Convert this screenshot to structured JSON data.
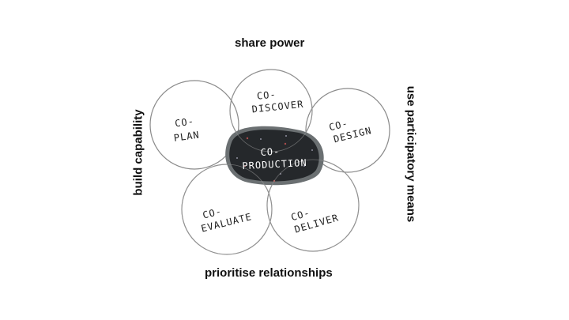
{
  "labels": {
    "top": "share power",
    "bottom": "prioritise relationships",
    "left": "build capability",
    "right": "use participatory means"
  },
  "circles": [
    {
      "line1": "CO-",
      "line2": "PLAN"
    },
    {
      "line1": "CO-",
      "line2": "DISCOVER"
    },
    {
      "line1": "CO-",
      "line2": "DESIGN"
    },
    {
      "line1": "CO-",
      "line2": "EVALUATE"
    },
    {
      "line1": "CO-",
      "line2": "DELIVER"
    }
  ],
  "center": {
    "line1": "CO-",
    "line2": "PRODUCTION"
  },
  "colors": {
    "blob": "#25282b",
    "blob_edge": "#6b7072",
    "circle": "#8a8a8a"
  }
}
